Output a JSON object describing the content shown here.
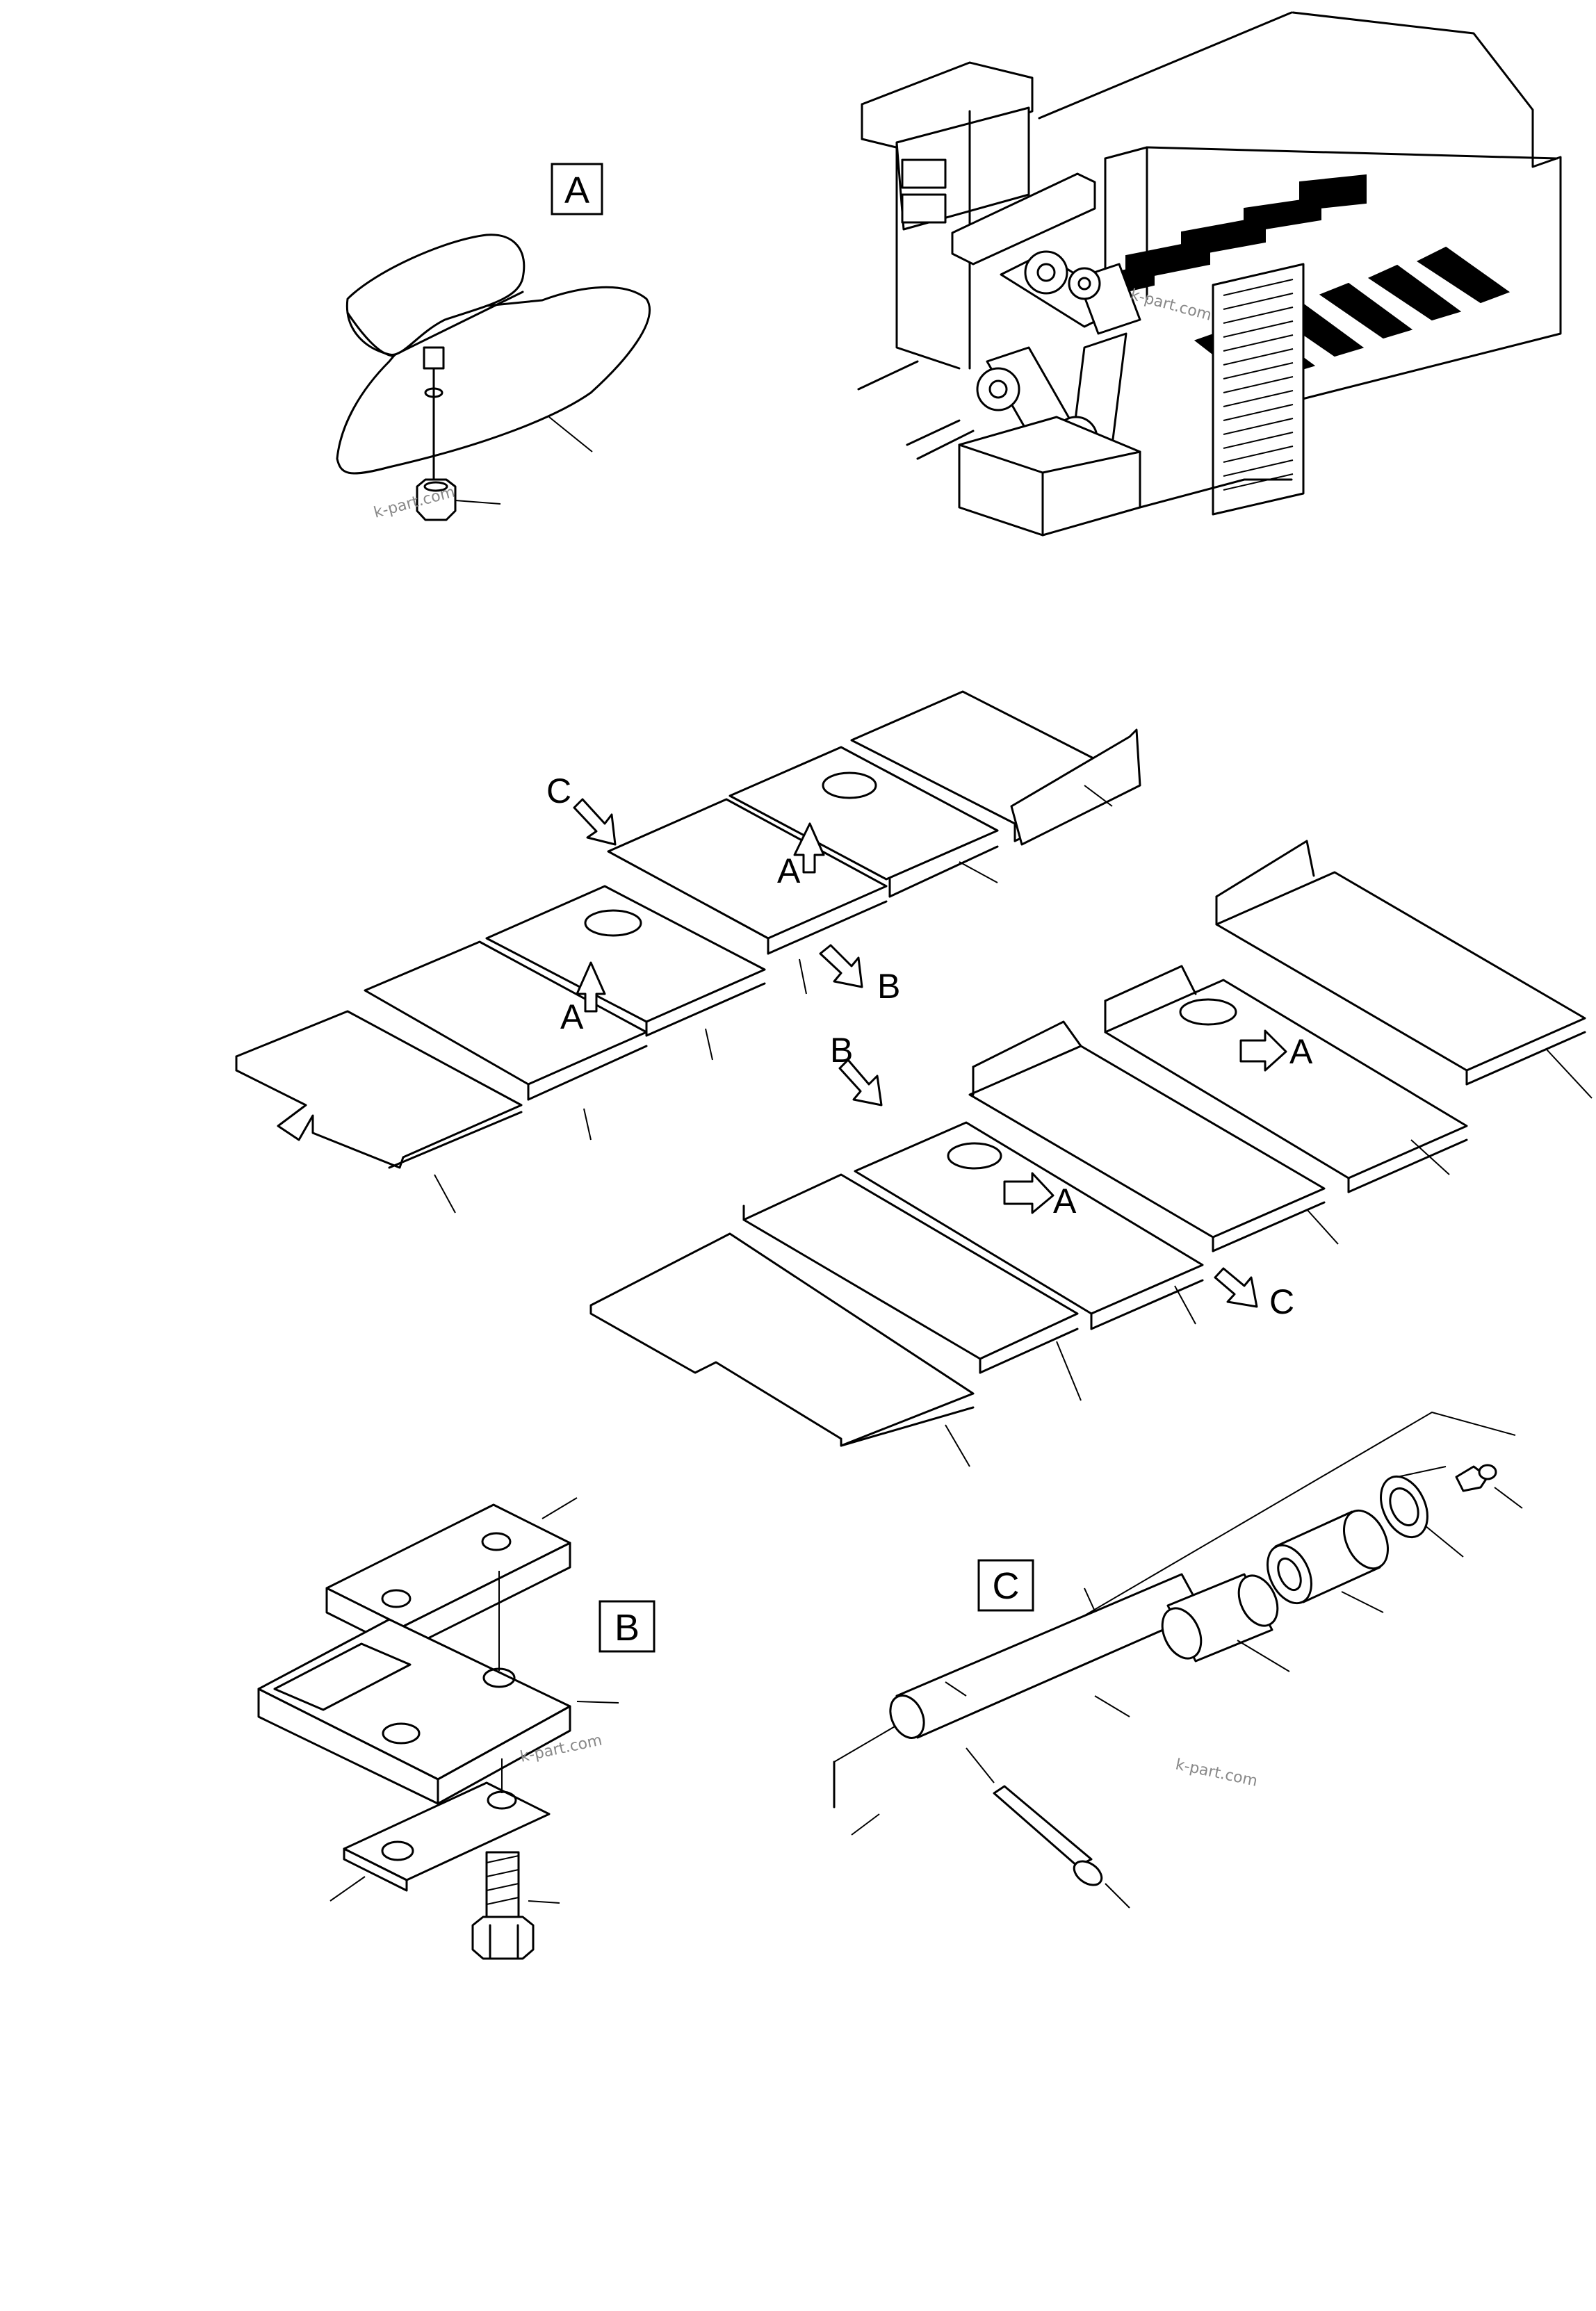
{
  "detail_labels": {
    "a": "A",
    "b": "B",
    "c": "C"
  },
  "arrow_labels": {
    "a": "A",
    "b": "B",
    "c": "C"
  },
  "watermark": "k-part.com"
}
